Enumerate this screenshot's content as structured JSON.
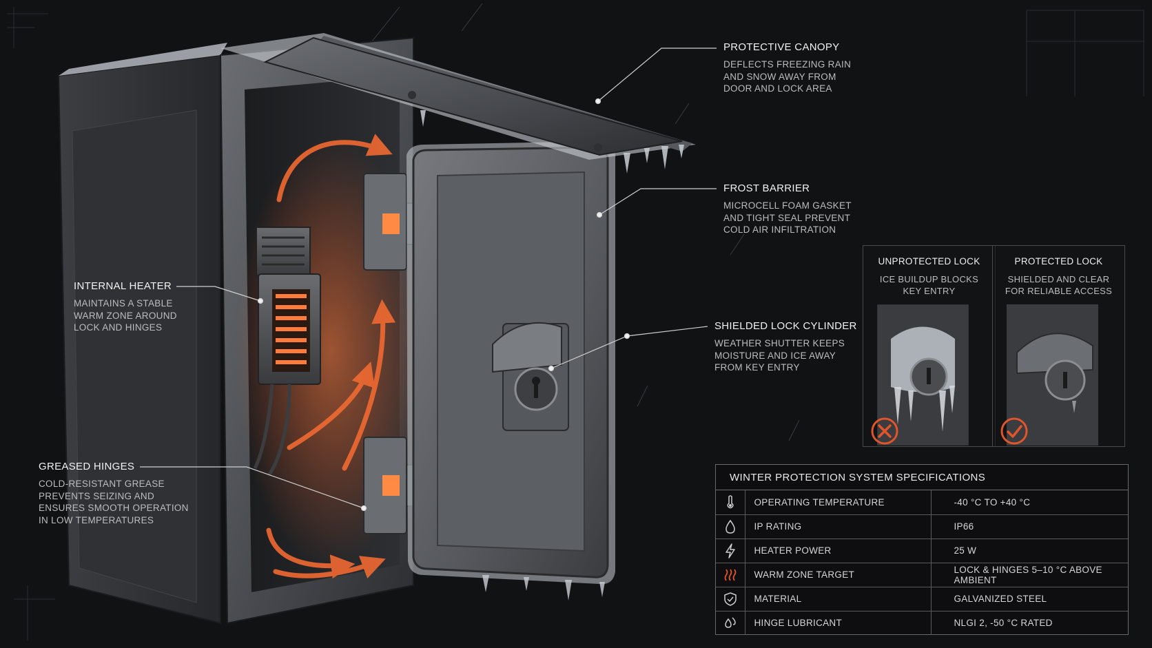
{
  "callouts": {
    "protective_canopy": {
      "title": "PROTECTIVE CANOPY",
      "lines": [
        "DEFLECTS FREEZING RAIN",
        "AND SNOW AWAY FROM",
        "DOOR AND LOCK AREA"
      ]
    },
    "frost_barrier": {
      "title": "FROST BARRIER",
      "lines": [
        "MICROCELL FOAM GASKET",
        "AND TIGHT SEAL PREVENT",
        "COLD AIR INFILTRATION"
      ]
    },
    "internal_heater": {
      "title": "INTERNAL HEATER",
      "lines": [
        "MAINTAINS A STABLE",
        "WARM ZONE AROUND",
        "LOCK AND HINGES"
      ]
    },
    "shielded_lock": {
      "title": "SHIELDED LOCK CYLINDER",
      "lines": [
        "WEATHER SHUTTER KEEPS",
        "MOISTURE AND ICE AWAY",
        "FROM KEY ENTRY"
      ]
    },
    "greased_hinges": {
      "title": "GREASED HINGES",
      "lines": [
        "COLD-RESISTANT GREASE",
        "PREVENTS SEIZING AND",
        "ENSURES SMOOTH OPERATION",
        "IN LOW TEMPERATURES"
      ]
    }
  },
  "comparison": {
    "unprotected": {
      "title": "UNPROTECTED LOCK",
      "lines": [
        "ICE BUILDUP BLOCKS",
        "KEY ENTRY"
      ],
      "status": "fail",
      "status_color": "#e0552a"
    },
    "protected": {
      "title": "PROTECTED LOCK",
      "lines": [
        "SHIELDED AND CLEAR",
        "FOR RELIABLE ACCESS"
      ],
      "status": "pass",
      "status_color": "#e0552a"
    }
  },
  "specs": {
    "title": "WINTER PROTECTION SYSTEM SPECIFICATIONS",
    "rows": [
      {
        "icon": "thermometer-icon",
        "label": "OPERATING TEMPERATURE",
        "value": "-40 °C TO +40 °C"
      },
      {
        "icon": "droplet-icon",
        "label": "IP RATING",
        "value": "IP66"
      },
      {
        "icon": "lightning-icon",
        "label": "HEATER POWER",
        "value": "25 W"
      },
      {
        "icon": "heat-waves-icon",
        "label": "WARM ZONE TARGET",
        "value": "LOCK & HINGES 5–10 °C ABOVE AMBIENT"
      },
      {
        "icon": "shield-check-icon",
        "label": "MATERIAL",
        "value": "GALVANIZED STEEL"
      },
      {
        "icon": "grease-drop-icon",
        "label": "HINGE LUBRICANT",
        "value": "NLGI 2, -50 °C RATED"
      }
    ]
  },
  "colors": {
    "background": "#111214",
    "accent_heat": "#e0552a",
    "steel": "#5b5e63",
    "frost": "#c9ced4",
    "text": "#d9d9d9"
  }
}
